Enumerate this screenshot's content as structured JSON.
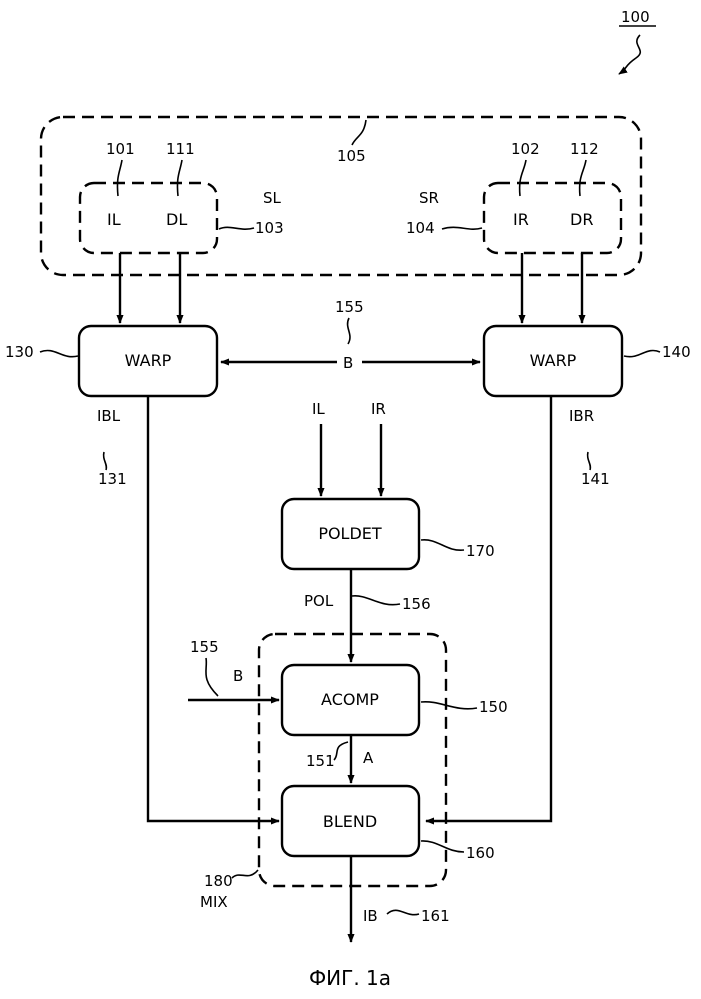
{
  "figure": {
    "number": "100",
    "caption": "ФИГ. 1а"
  },
  "groups": {
    "source_group": {
      "ref": "105"
    },
    "left_stream": {
      "name": "SL",
      "ref": "103",
      "image": "IL",
      "image_ref": "101",
      "depth": "DL",
      "depth_ref": "111"
    },
    "right_stream": {
      "name": "SR",
      "ref": "104",
      "image": "IR",
      "image_ref": "102",
      "depth": "DR",
      "depth_ref": "112"
    },
    "mix": {
      "name": "MIX",
      "ref": "180"
    }
  },
  "blocks": {
    "warp_left": {
      "label": "WARP",
      "ref": "130",
      "out": "IBL",
      "out_ref": "131"
    },
    "warp_right": {
      "label": "WARP",
      "ref": "140",
      "out": "IBR",
      "out_ref": "141"
    },
    "poldet": {
      "label": "POLDET",
      "ref": "170",
      "in1": "IL",
      "in2": "IR",
      "out": "POL",
      "out_ref": "156"
    },
    "acomp": {
      "label": "ACOMP",
      "ref": "150",
      "in": "B",
      "in_ref": "155",
      "out": "A",
      "out_ref": "151"
    },
    "blend": {
      "label": "BLEND",
      "ref": "160",
      "out": "IB",
      "out_ref": "161"
    }
  },
  "baseline": {
    "label": "B",
    "ref": "155"
  }
}
